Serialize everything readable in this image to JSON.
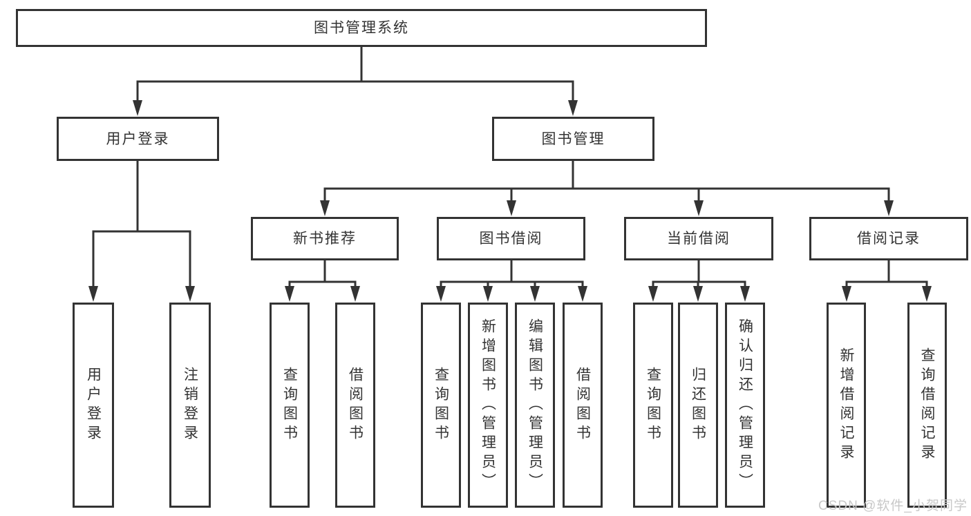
{
  "watermark": "CSDN @软件_小贺同学",
  "colors": {
    "line": "#333333",
    "text": "#333333",
    "background": "#ffffff",
    "watermark": "#c8c8c8"
  },
  "tree": {
    "root": {
      "label": "图书管理系统",
      "children": [
        {
          "label": "用户登录",
          "children": [
            {
              "label": "用户登录"
            },
            {
              "label": "注销登录"
            }
          ]
        },
        {
          "label": "图书管理",
          "children": [
            {
              "label": "新书推荐",
              "children": [
                {
                  "label": "查询图书"
                },
                {
                  "label": "借阅图书"
                }
              ]
            },
            {
              "label": "图书借阅",
              "children": [
                {
                  "label": "查询图书"
                },
                {
                  "label": "新增图书（管理员）"
                },
                {
                  "label": "编辑图书（管理员）"
                },
                {
                  "label": "借阅图书"
                }
              ]
            },
            {
              "label": "当前借阅",
              "children": [
                {
                  "label": "查询图书"
                },
                {
                  "label": "归还图书"
                },
                {
                  "label": "确认归还（管理员）"
                }
              ]
            },
            {
              "label": "借阅记录",
              "children": [
                {
                  "label": "新增借阅记录"
                },
                {
                  "label": "查询借阅记录"
                }
              ]
            }
          ]
        }
      ]
    }
  }
}
